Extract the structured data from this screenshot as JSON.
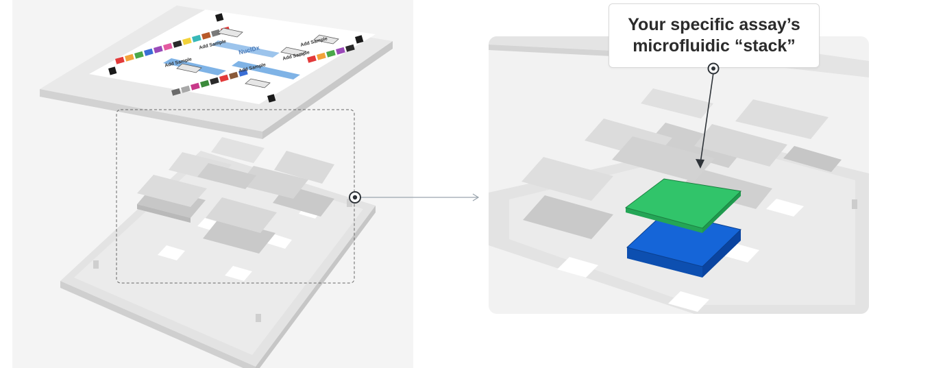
{
  "callout": {
    "line1": "Your specific assay’s",
    "line2": "microfluidic “stack”"
  },
  "card": {
    "brand": "NuclDx",
    "add_sample": "Add Sample"
  },
  "colors": {
    "green_layer": "#31c46a",
    "blue_layer": "#1565d8",
    "connector": "#9aa4ad",
    "marker": "#2e3338"
  }
}
